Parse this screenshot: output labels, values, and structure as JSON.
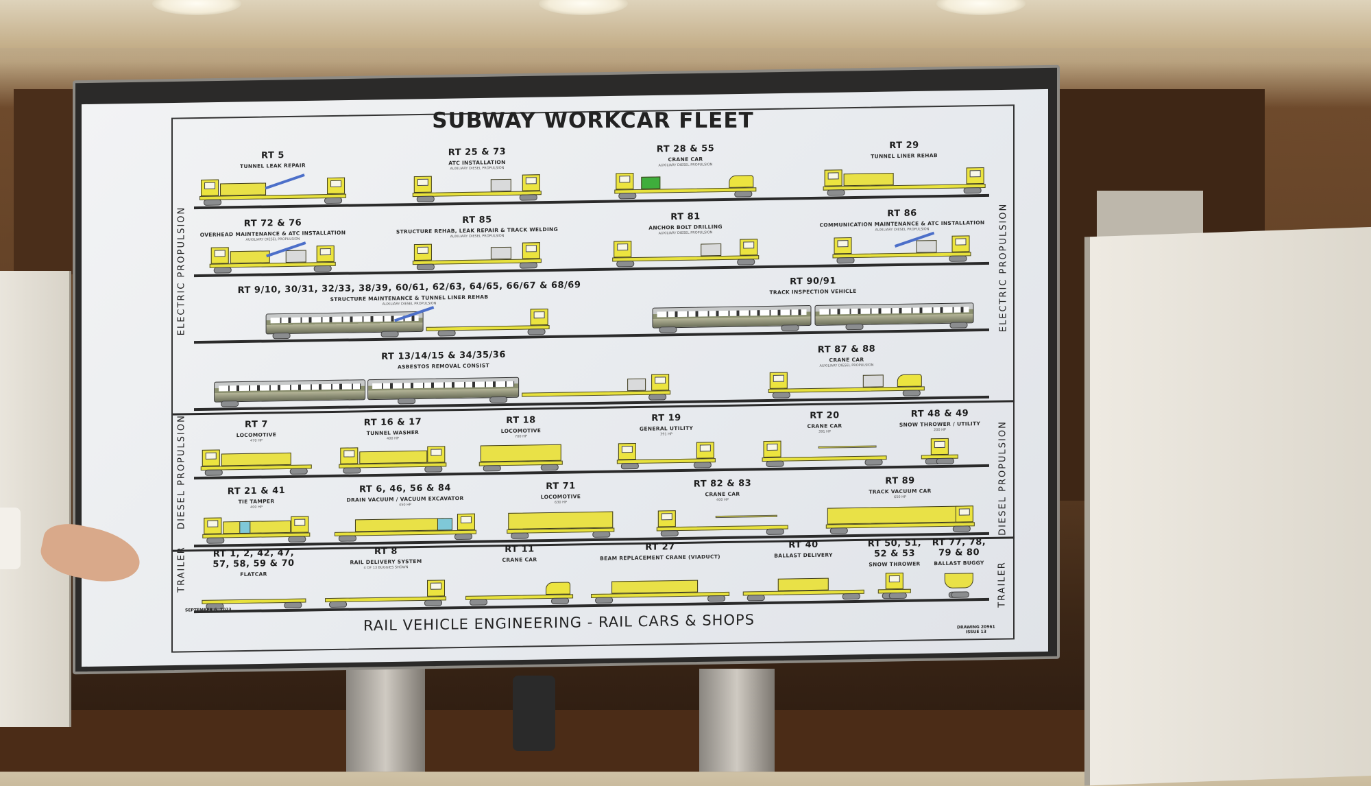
{
  "diagram": {
    "title": "SUBWAY WORKCAR FLEET",
    "footer_title": "RAIL VEHICLE ENGINEERING - RAIL CARS & SHOPS",
    "date": "SEPTEMBER 6, 2023",
    "drawing": "DRAWING 20961",
    "issue": "ISSUE 13",
    "side_labels": {
      "electric": "ELECTRIC PROPULSION",
      "diesel": "DIESEL PROPULSION",
      "trailer": "TRAILER"
    }
  },
  "rows": [
    {
      "items": [
        {
          "id": "RT 5",
          "desc": "TUNNEL LEAK REPAIR",
          "note": ""
        },
        {
          "id": "RT 25 & 73",
          "desc": "ATC INSTALLATION",
          "note": "AUXILIARY DIESEL PROPULSION"
        },
        {
          "id": "RT 28 & 55",
          "desc": "CRANE CAR",
          "note": "AUXILIARY DIESEL PROPULSION"
        },
        {
          "id": "RT 29",
          "desc": "TUNNEL LINER REHAB",
          "note": ""
        }
      ]
    },
    {
      "items": [
        {
          "id": "RT 72 & 76",
          "desc": "OVERHEAD MAINTENANCE & ATC INSTALLATION",
          "note": "AUXILIARY DIESEL PROPULSION"
        },
        {
          "id": "RT 85",
          "desc": "STRUCTURE REHAB, LEAK REPAIR & TRACK WELDING",
          "note": "AUXILIARY DIESEL PROPULSION"
        },
        {
          "id": "RT 81",
          "desc": "ANCHOR BOLT DRILLING",
          "note": "AUXILIARY DIESEL PROPULSION"
        },
        {
          "id": "RT 86",
          "desc": "COMMUNICATION MAINTENANCE & ATC INSTALLATION",
          "note": "AUXILIARY DIESEL PROPULSION"
        }
      ]
    },
    {
      "items": [
        {
          "id": "RT 9/10, 30/31, 32/33, 38/39, 60/61, 62/63, 64/65, 66/67 & 68/69",
          "desc": "STRUCTURE MAINTENANCE & TUNNEL LINER REHAB",
          "note": "AUXILIARY DIESEL PROPULSION"
        },
        {
          "id": "RT 90/91",
          "desc": "TRACK INSPECTION VEHICLE",
          "note": ""
        }
      ]
    },
    {
      "items": [
        {
          "id": "RT 13/14/15 & 34/35/36",
          "desc": "ASBESTOS REMOVAL CONSIST",
          "note": ""
        },
        {
          "id": "RT 87 & 88",
          "desc": "CRANE CAR",
          "note": "AUXILIARY DIESEL PROPULSION"
        }
      ]
    },
    {
      "items": [
        {
          "id": "RT 7",
          "desc": "LOCOMOTIVE",
          "note": "470 HP"
        },
        {
          "id": "RT 16 & 17",
          "desc": "TUNNEL WASHER",
          "note": "400 HP"
        },
        {
          "id": "RT 18",
          "desc": "LOCOMOTIVE",
          "note": "700 HP"
        },
        {
          "id": "RT 19",
          "desc": "GENERAL UTILITY",
          "note": "391 HP"
        },
        {
          "id": "RT 20",
          "desc": "CRANE CAR",
          "note": "391 HP"
        },
        {
          "id": "RT 48 & 49",
          "desc": "SNOW THROWER / UTILITY",
          "note": "200 HP"
        }
      ]
    },
    {
      "items": [
        {
          "id": "RT 21 & 41",
          "desc": "TIE TAMPER",
          "note": "400 HP"
        },
        {
          "id": "RT 6, 46, 56 & 84",
          "desc": "DRAIN VACUUM / VACUUM EXCAVATOR",
          "note": "450 HP"
        },
        {
          "id": "RT 71",
          "desc": "LOCOMOTIVE",
          "note": "630 HP"
        },
        {
          "id": "RT 82 & 83",
          "desc": "CRANE CAR",
          "note": "400 HP"
        },
        {
          "id": "RT 89",
          "desc": "TRACK VACUUM CAR",
          "note": "650 HP"
        }
      ]
    },
    {
      "items": [
        {
          "id": "RT 1, 2, 42, 47,",
          "id2": "57, 58, 59 & 70",
          "desc": "FLATCAR",
          "note": ""
        },
        {
          "id": "RT 8",
          "desc": "RAIL DELIVERY SYSTEM",
          "note": "4 OF 13 BUGGIES SHOWN"
        },
        {
          "id": "RT 11",
          "desc": "CRANE CAR",
          "note": ""
        },
        {
          "id": "RT 27",
          "desc": "BEAM REPLACEMENT CRANE (VIADUCT)",
          "note": ""
        },
        {
          "id": "RT 40",
          "desc": "BALLAST DELIVERY",
          "note": ""
        },
        {
          "id": "RT 50, 51,",
          "id2": "52 & 53",
          "desc": "SNOW THROWER",
          "note": ""
        },
        {
          "id": "RT 77, 78,",
          "id2": "79 & 80",
          "desc": "BALLAST BUGGY",
          "note": ""
        }
      ]
    }
  ]
}
